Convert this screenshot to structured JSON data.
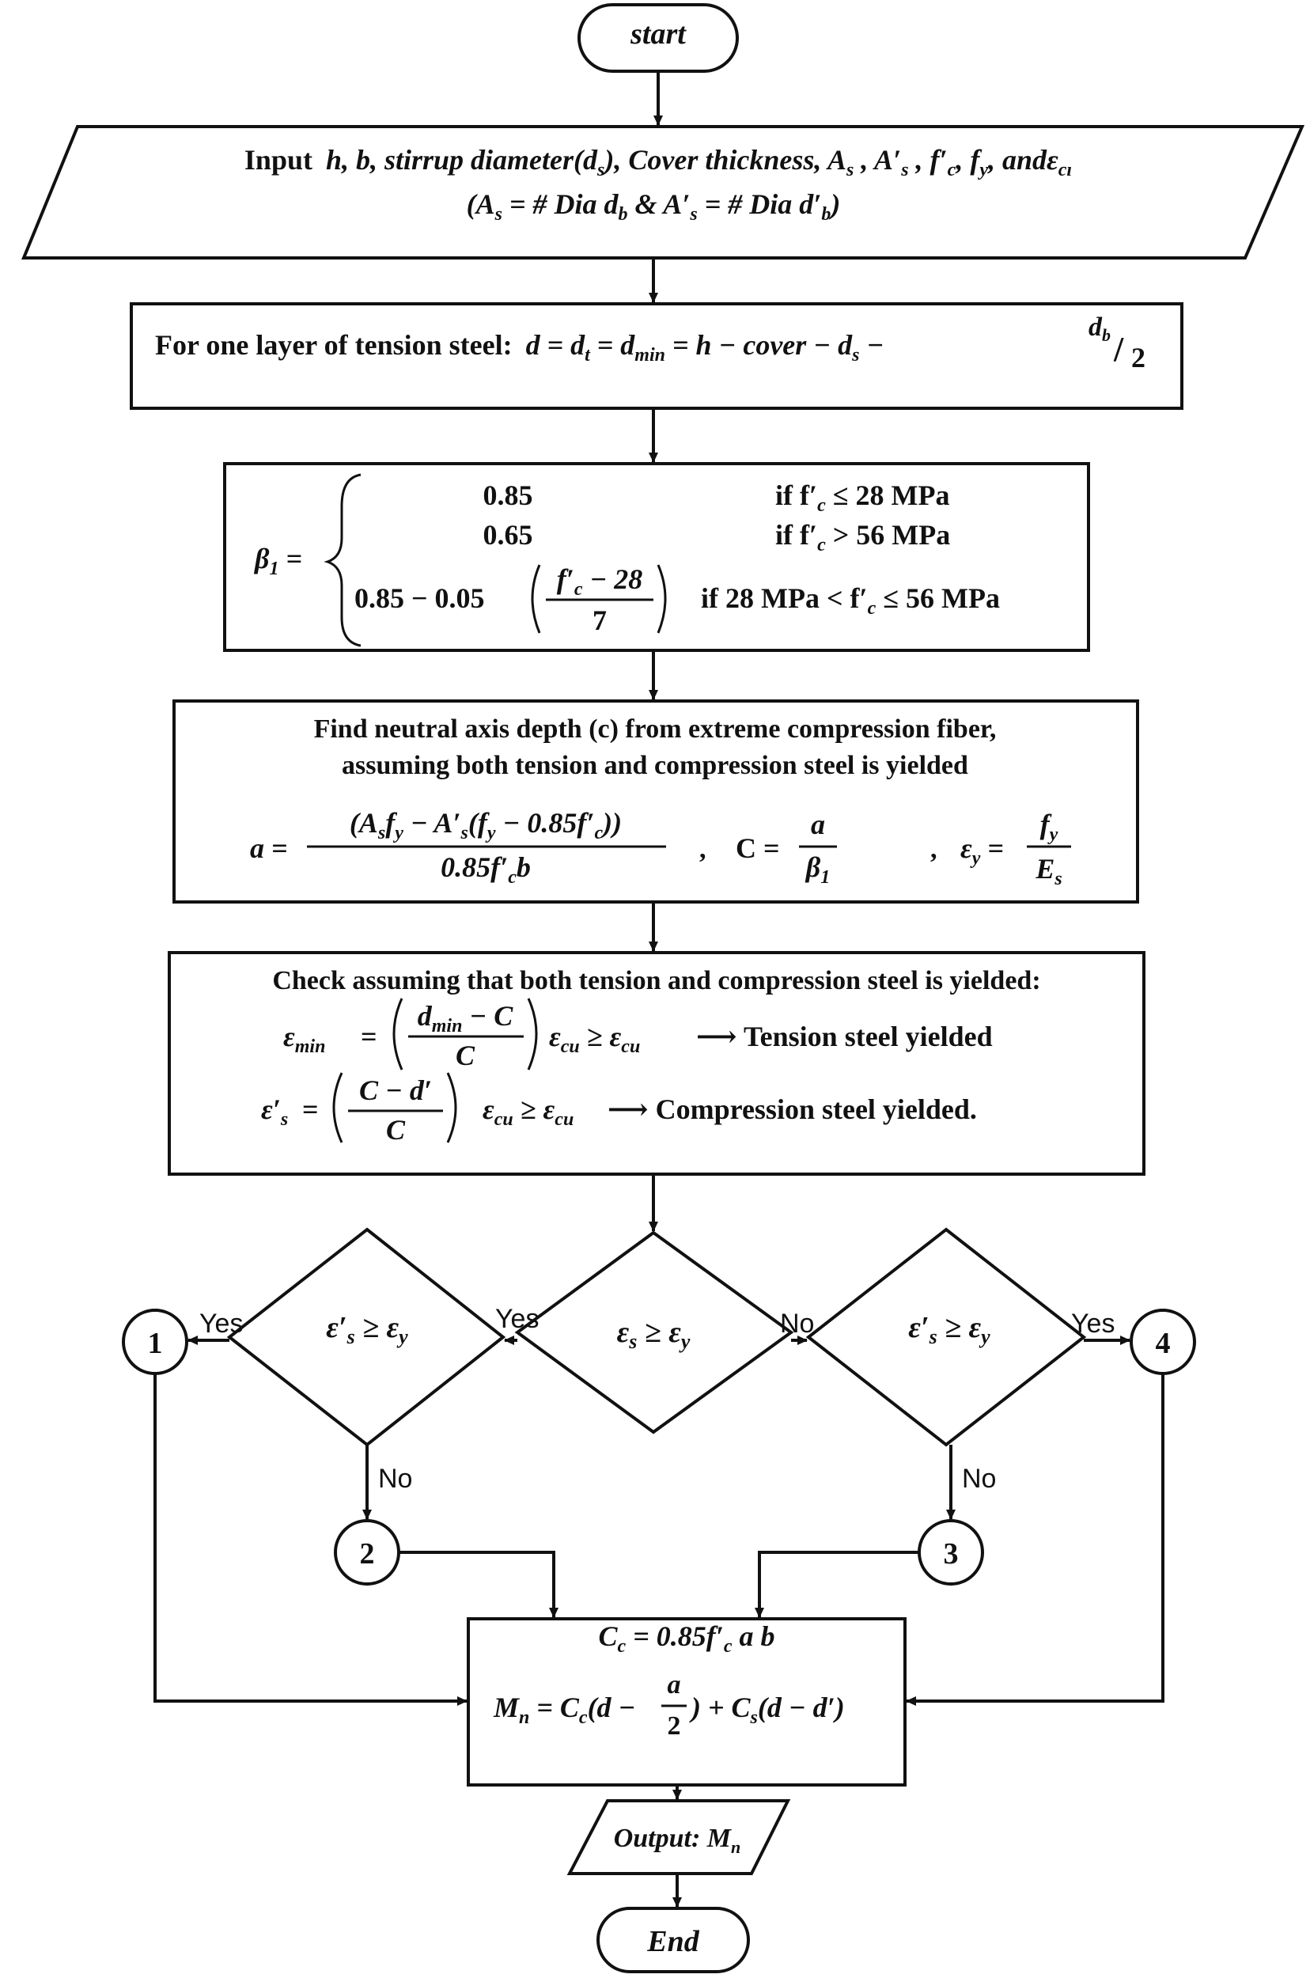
{
  "terminals": {
    "start": "start",
    "end": "End"
  },
  "input": {
    "line1": {
      "prefix": "Input",
      "vars": "h, b, stirrup diameter(d",
      "s_sub": "s",
      "rest": "), Cover thickness, A",
      "as_sub": "s",
      "mid": " , A′",
      "as2_sub": "s",
      "tail": " ,  f′",
      "fc_sub": "c",
      "comma": ", f",
      "fy_sub": "y",
      "and": ", andε",
      "eps_sub": "cı"
    },
    "line2": {
      "open": "(A",
      "s1": "s",
      "eq1": " = # Dia d",
      "b1": "b",
      "amp": " & ",
      "a2": "A′",
      "s2": "s",
      "eq2": " = # Dia d′",
      "b2": "b",
      "close": ")"
    }
  },
  "step_d": {
    "text": "For one layer of tension steel:",
    "formula": "d = d",
    "t_sub": "t",
    "eq": " = d",
    "min_sub": "min",
    "rest": " = h − cover − d",
    "s_sub": "s",
    "minus": " −",
    "db": "d",
    "db_sub": "b",
    "slash": "/",
    "two": "2"
  },
  "beta": {
    "lhs": "β",
    "lhs_sub": "1",
    "eq": " =",
    "case1_val": "0.85",
    "case1_cond": "if f′",
    "case1_cond_sub": "c",
    "case1_cond_rest": " ≤ 28 MPa",
    "case2_val": "0.65",
    "case2_cond": "if f′",
    "case2_cond_sub": "c",
    "case2_cond_rest": " > 56 MPa",
    "case3_val": "0.85 − 0.05",
    "case3_num": "f′",
    "case3_num_sub": "c",
    "case3_num_rest": " − 28",
    "case3_den": "7",
    "case3_cond": "if 28 MPa < f′",
    "case3_cond_sub": "c",
    "case3_cond_rest": " ≤ 56 MPa"
  },
  "neutral": {
    "line1": "Find neutral axis depth (c) from extreme compression fiber,",
    "line2": "assuming both tension and compression steel is yielded",
    "a_lhs": "a =",
    "a_num": "(A",
    "a_num_s": "s",
    "a_num_f": "f",
    "a_num_y": "y",
    "a_num_mid": " − A′",
    "a_num_s2": "s",
    "a_num_paren": "(f",
    "a_num_y2": "y",
    "a_num_tail": " − 0.85f′",
    "a_num_c": "c",
    "a_num_close": "))",
    "a_den": "0.85f′",
    "a_den_c": "c",
    "a_den_b": "b",
    "sep1": ",",
    "c_lhs": "C =",
    "c_num": "a",
    "c_den": "β",
    "c_den_sub": "1",
    "sep2": ",",
    "ey_lhs": "ε",
    "ey_sub": "y",
    "ey_eq": " =",
    "ey_num": "f",
    "ey_num_sub": "y",
    "ey_den": "E",
    "ey_den_sub": "s"
  },
  "check": {
    "title": "Check assuming that both tension and compression steel is yielded:",
    "r1_lhs": "ε",
    "r1_lhs_sub": "min",
    "r1_eq": "=",
    "r1_num": "d",
    "r1_num_sub": "min",
    "r1_num_rest": " − C",
    "r1_den": "C",
    "r1_rhs": "ε",
    "r1_rhs_sub": "cu",
    "r1_ge": " ≥ ε",
    "r1_ge_sub": "cu",
    "r1_result": "⟶ Tension steel yielded",
    "r2_lhs": "ε′",
    "r2_lhs_sub": "s",
    "r2_eq": "=",
    "r2_num": "C − d′",
    "r2_den": "C",
    "r2_rhs": "ε",
    "r2_rhs_sub": "cu",
    "r2_ge": " ≥ ε",
    "r2_ge_sub": "cu",
    "r2_result": "⟶ Compression steel yielded."
  },
  "decisions": {
    "center": {
      "a": "ε",
      "a_sub": "s",
      "rest": " ≥ ε",
      "b_sub": "y"
    },
    "left": {
      "a": "ε′",
      "a_sub": "s",
      "rest": " ≥ ε",
      "b_sub": "y"
    },
    "right": {
      "a": "ε′",
      "a_sub": "s",
      "rest": " ≥ ε",
      "b_sub": "y"
    }
  },
  "labels": {
    "yes_left_outer": "Yes",
    "yes_center_left": "Yes",
    "no_center_right": "No",
    "yes_right_outer": "Yes",
    "no_left_down": "No",
    "no_right_down": "No"
  },
  "connectors": {
    "c1": "1",
    "c2": "2",
    "c3": "3",
    "c4": "4"
  },
  "moment": {
    "l1": "C",
    "l1_sub": "c",
    "l1_rest": " = 0.85f′",
    "l1_c": "c",
    "l1_tail": " a b",
    "l2": "M",
    "l2_sub": "n",
    "l2_eq": " = C",
    "l2_c": "c",
    "l2_open": "(d −",
    "l2_num": "a",
    "l2_den": "2",
    "l2_close": ") + C",
    "l2_s": "s",
    "l2_tail": "(d − d′)"
  },
  "output": {
    "text": "Output: M",
    "sub": "n"
  }
}
